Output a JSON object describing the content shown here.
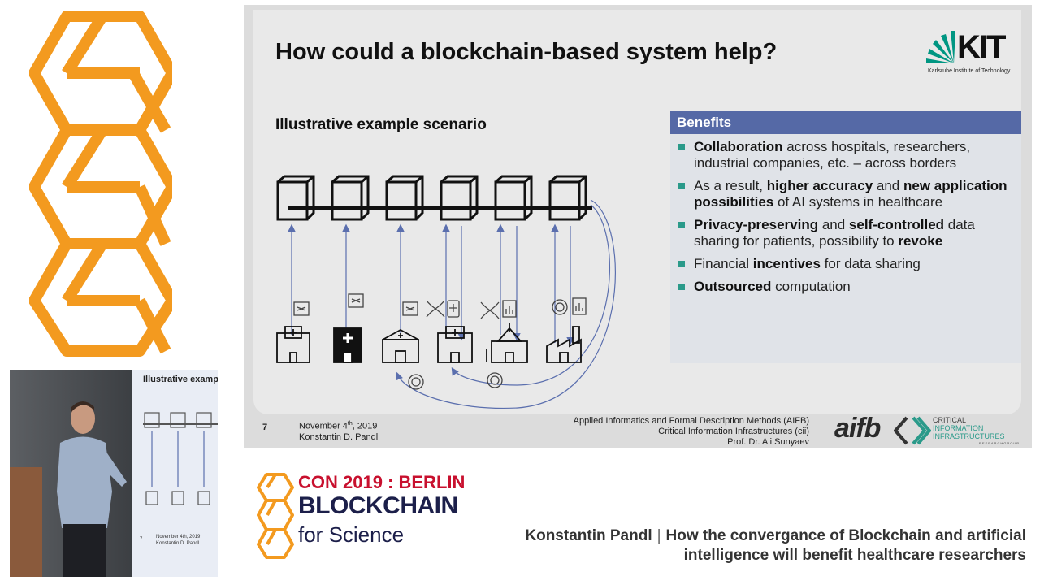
{
  "slide": {
    "title": "How could a blockchain-based system help?",
    "subtitle": "Illustrative example scenario",
    "kit_logo": {
      "letters": "KIT",
      "subtitle": "Karlsruhe Institute of Technology"
    },
    "benefits_header": "Benefits",
    "benefits": [
      {
        "pre": "",
        "b1": "Collaboration",
        "mid": " across hospitals, researchers, industrial companies, etc. – across borders",
        "b2": "",
        "post": ""
      },
      {
        "pre": "As a result, ",
        "b1": "higher accuracy",
        "mid": " and ",
        "b2": "new application possibilities",
        "post": " of AI systems in healthcare"
      },
      {
        "pre": "",
        "b1": "Privacy-preserving",
        "mid": " and ",
        "b2": "self-controlled",
        "post": " data sharing for patients, possibility to ",
        "b3": "revoke"
      },
      {
        "pre": "Financial ",
        "b1": "incentives",
        "mid": " for data sharing",
        "b2": "",
        "post": ""
      },
      {
        "pre": "",
        "b1": "Outsourced",
        "mid": " computation",
        "b2": "",
        "post": ""
      }
    ],
    "footer": {
      "page_number": "7",
      "date_day": "November 4",
      "date_sup": "th",
      "date_year": ", 2019",
      "author": "Konstantin D. Pandl",
      "inst_line1": "Applied Informatics and Formal Description Methods (AIFB)",
      "inst_line2": "Critical Information Infrastructures (cii)",
      "inst_line3": "Prof. Dr. Ali Sunyaev",
      "aifb_logo": "aifb",
      "cii_line1": "CRITICAL",
      "cii_line2": "INFORMATION",
      "cii_line3": "INFRASTRUCTURES",
      "cii_small": "RESEARCHGROUP"
    }
  },
  "video_inset": {
    "projected_title": "Illustrative examp",
    "projected_page": "7",
    "projected_date": "November 4th, 2019",
    "projected_author": "Konstantin D. Pandl"
  },
  "conference": {
    "line1": "CON 2019 : BERLIN",
    "line2": "BLOCKCHAIN",
    "line3": "for Science"
  },
  "talk": {
    "speaker": "Konstantin Pandl",
    "separator": "|",
    "title_line1": "How the convergance of Blockchain and artificial",
    "title_line2": "intelligence will benefit healthcare researchers"
  },
  "colors": {
    "orange": "#f39a1f",
    "benefits_header": "#5569a6",
    "bullet": "#2a9a8a",
    "conf_red": "#c8102e",
    "conf_navy": "#1c1f4a",
    "arrow_blue": "#5b6fae"
  },
  "icons": {
    "diagram_participants": [
      "hospital-icon",
      "hospital-icon",
      "clinic-icon",
      "hospital-icon",
      "university-icon",
      "factory-icon"
    ],
    "diagram_data": [
      "xray-icon",
      "xray-icon",
      "xray-icon",
      "dna-icon",
      "medicine-icon",
      "dna-icon",
      "chart-icon",
      "coin-icon",
      "chart-icon"
    ]
  }
}
